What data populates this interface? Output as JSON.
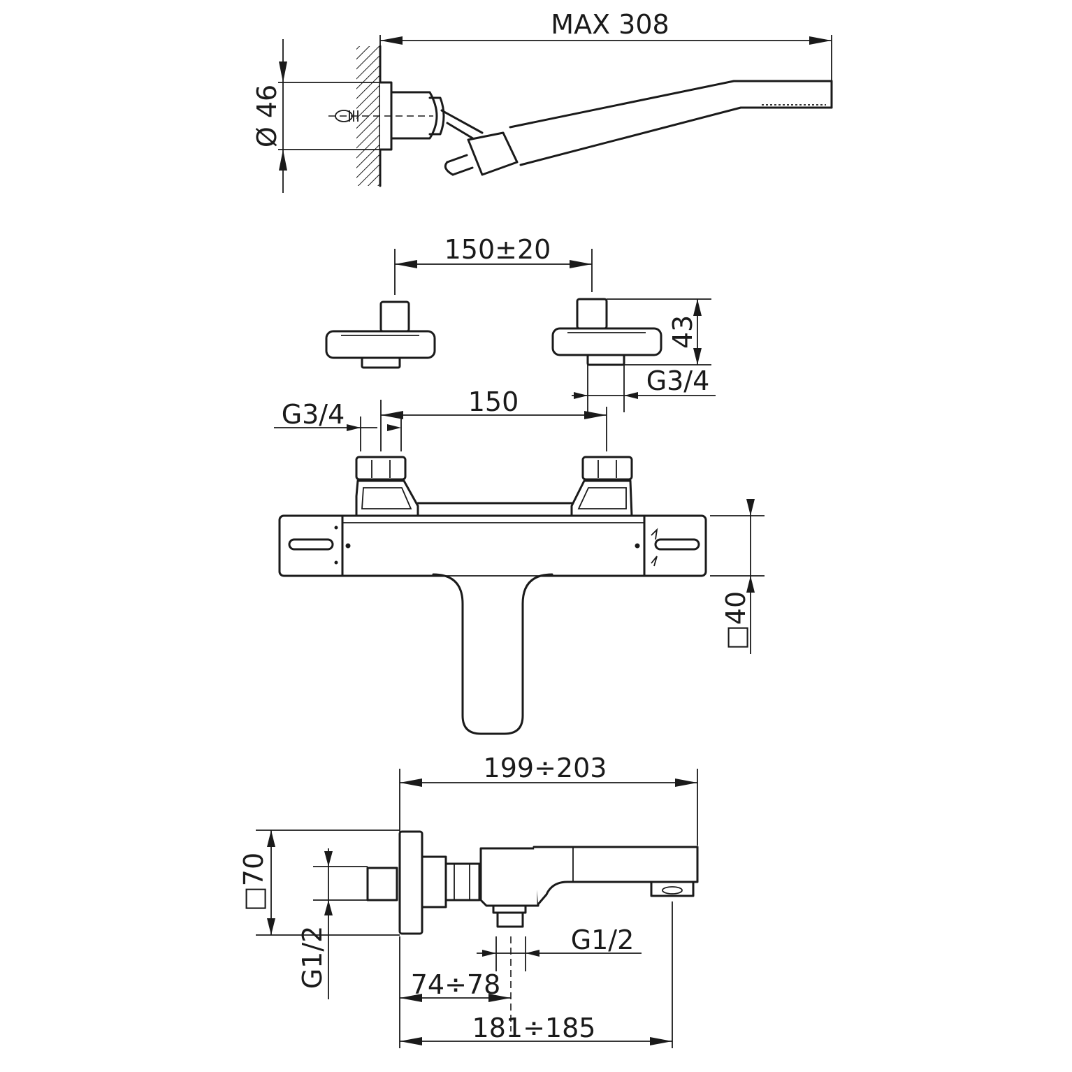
{
  "dimensions": {
    "max_length": "MAX 308",
    "rose_diameter": "Ø 46",
    "eccentric_spacing": "150±20",
    "eccentric_height": "43",
    "eccentric_thread": "G3/4",
    "inlet_thread": "G3/4",
    "inlet_spacing": "150",
    "body_section": "□40",
    "depth": "199÷203",
    "body_square": "□70",
    "side_thread": "G1/2",
    "outlet_thread": "G1/2",
    "wall_to_outlet": "74÷78",
    "wall_to_spout": "181÷185"
  },
  "icons": {
    "hot_cold": "thermostat-temperature-icon",
    "flow": "flow-symbol-icon"
  }
}
